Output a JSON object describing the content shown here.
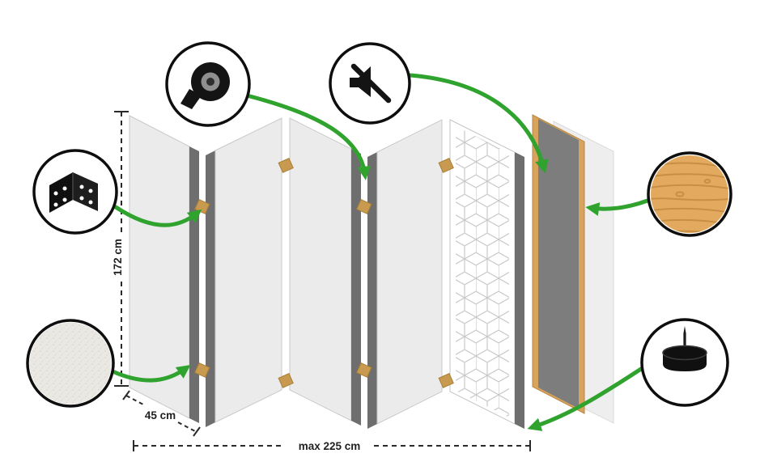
{
  "diagram": {
    "dimensions": {
      "height": "172 cm",
      "panel_width": "45 cm",
      "max_total_width": "max 225 cm"
    },
    "panels": {
      "count": 5
    },
    "icons": {
      "tape": "tape-roll-icon",
      "mute": "muted-speaker-icon",
      "hinge": "hinge-icon",
      "canvas": "canvas-texture-icon",
      "wood": "wood-texture-icon",
      "foot": "foot-pad-icon"
    },
    "colors": {
      "arrow_green": "#2fa32e",
      "panel_light": "#ebebeb",
      "panel_edge": "#6e6e6e",
      "hinge_tan": "#c89a4f",
      "wood_frame": "#d8a35c",
      "board_dark": "#7d7d7d",
      "wood_texture": "#e3aa5f",
      "outline_black": "#0e0e0e"
    }
  }
}
